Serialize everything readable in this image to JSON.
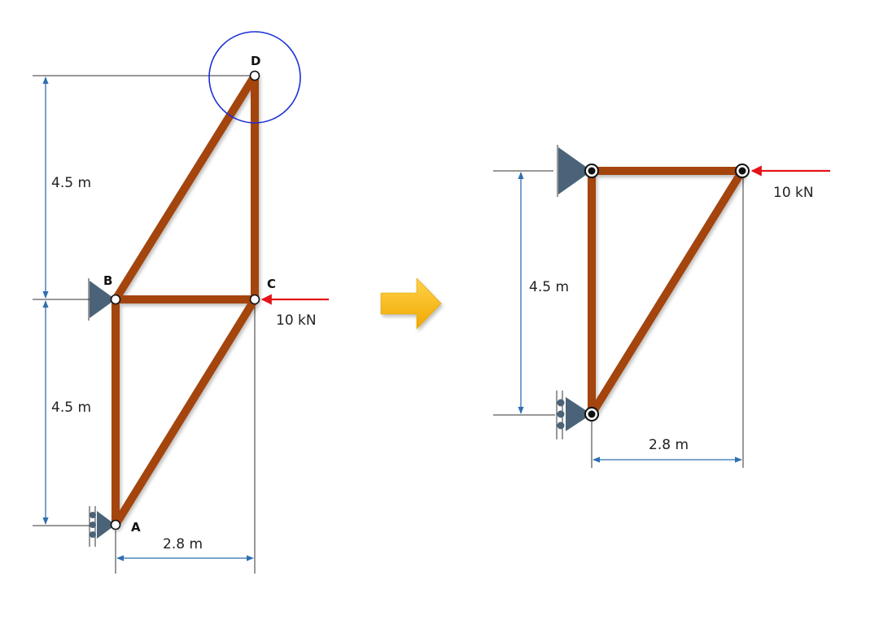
{
  "left_truss": {
    "nodes": {
      "A": "A",
      "B": "B",
      "C": "C",
      "D": "D"
    },
    "dimensions": {
      "upper_height": "4.5 m",
      "lower_height": "4.5 m",
      "width": "2.8 m"
    },
    "load": "10 kN",
    "highlight": "circle around joint D"
  },
  "right_truss": {
    "dimensions": {
      "height": "4.5 m",
      "width": "2.8 m"
    },
    "load": "10 kN"
  },
  "colors": {
    "member": "#a3440f",
    "dimension": "#2f6fb0",
    "load": "#e3141a",
    "highlight": "#1b2fd6",
    "support": "#4a6378",
    "arrow": "#f5b400"
  }
}
